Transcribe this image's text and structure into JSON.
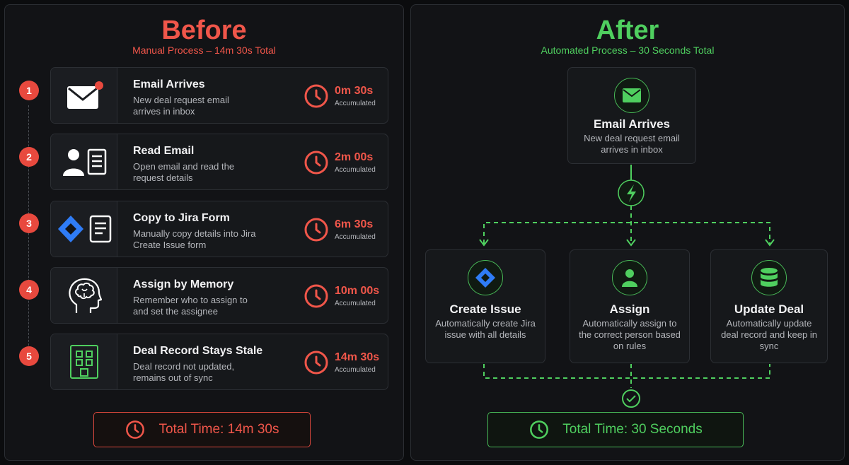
{
  "before": {
    "title": "Before",
    "subtitle": "Manual Process – 14m 30s Total",
    "steps": [
      {
        "num": "1",
        "title": "Email Arrives",
        "desc": "New deal request email arrives in inbox",
        "time": "0m 30s",
        "note": "Accumulated",
        "icon": "envelope-icon"
      },
      {
        "num": "2",
        "title": "Read Email",
        "desc": "Open email and read the request details",
        "time": "2m 00s",
        "note": "Accumulated",
        "icon": "person-document-icon"
      },
      {
        "num": "3",
        "title": "Copy to Jira Form",
        "desc": "Manually copy details into Jira Create Issue form",
        "time": "6m 30s",
        "note": "Accumulated",
        "icon": "jira-form-icon"
      },
      {
        "num": "4",
        "title": "Assign by Memory",
        "desc": "Remember who to assign to and set the assignee",
        "time": "10m 00s",
        "note": "Accumulated",
        "icon": "brain-head-icon"
      },
      {
        "num": "5",
        "title": "Deal Record Stays Stale",
        "desc": "Deal record not updated, remains out of sync",
        "time": "14m 30s",
        "note": "Accumulated",
        "icon": "building-icon"
      }
    ],
    "total": "Total Time: 14m 30s"
  },
  "after": {
    "title": "After",
    "subtitle": "Automated Process – 30 Seconds Total",
    "trigger": {
      "title": "Email Arrives",
      "desc": "New deal request email arrives in inbox",
      "icon": "envelope-icon"
    },
    "actions": [
      {
        "title": "Create Issue",
        "desc": "Automatically create Jira issue with all details",
        "icon": "jira-icon"
      },
      {
        "title": "Assign",
        "desc": "Automatically assign to the correct person based on rules",
        "icon": "person-icon"
      },
      {
        "title": "Update Deal",
        "desc": "Automatically update deal record and keep in sync",
        "icon": "database-icon"
      }
    ],
    "total": "Total Time: 30 Seconds"
  },
  "colors": {
    "before_accent": "#f0564a",
    "after_accent": "#4fcf5f",
    "jira_blue": "#2f7cf6"
  }
}
